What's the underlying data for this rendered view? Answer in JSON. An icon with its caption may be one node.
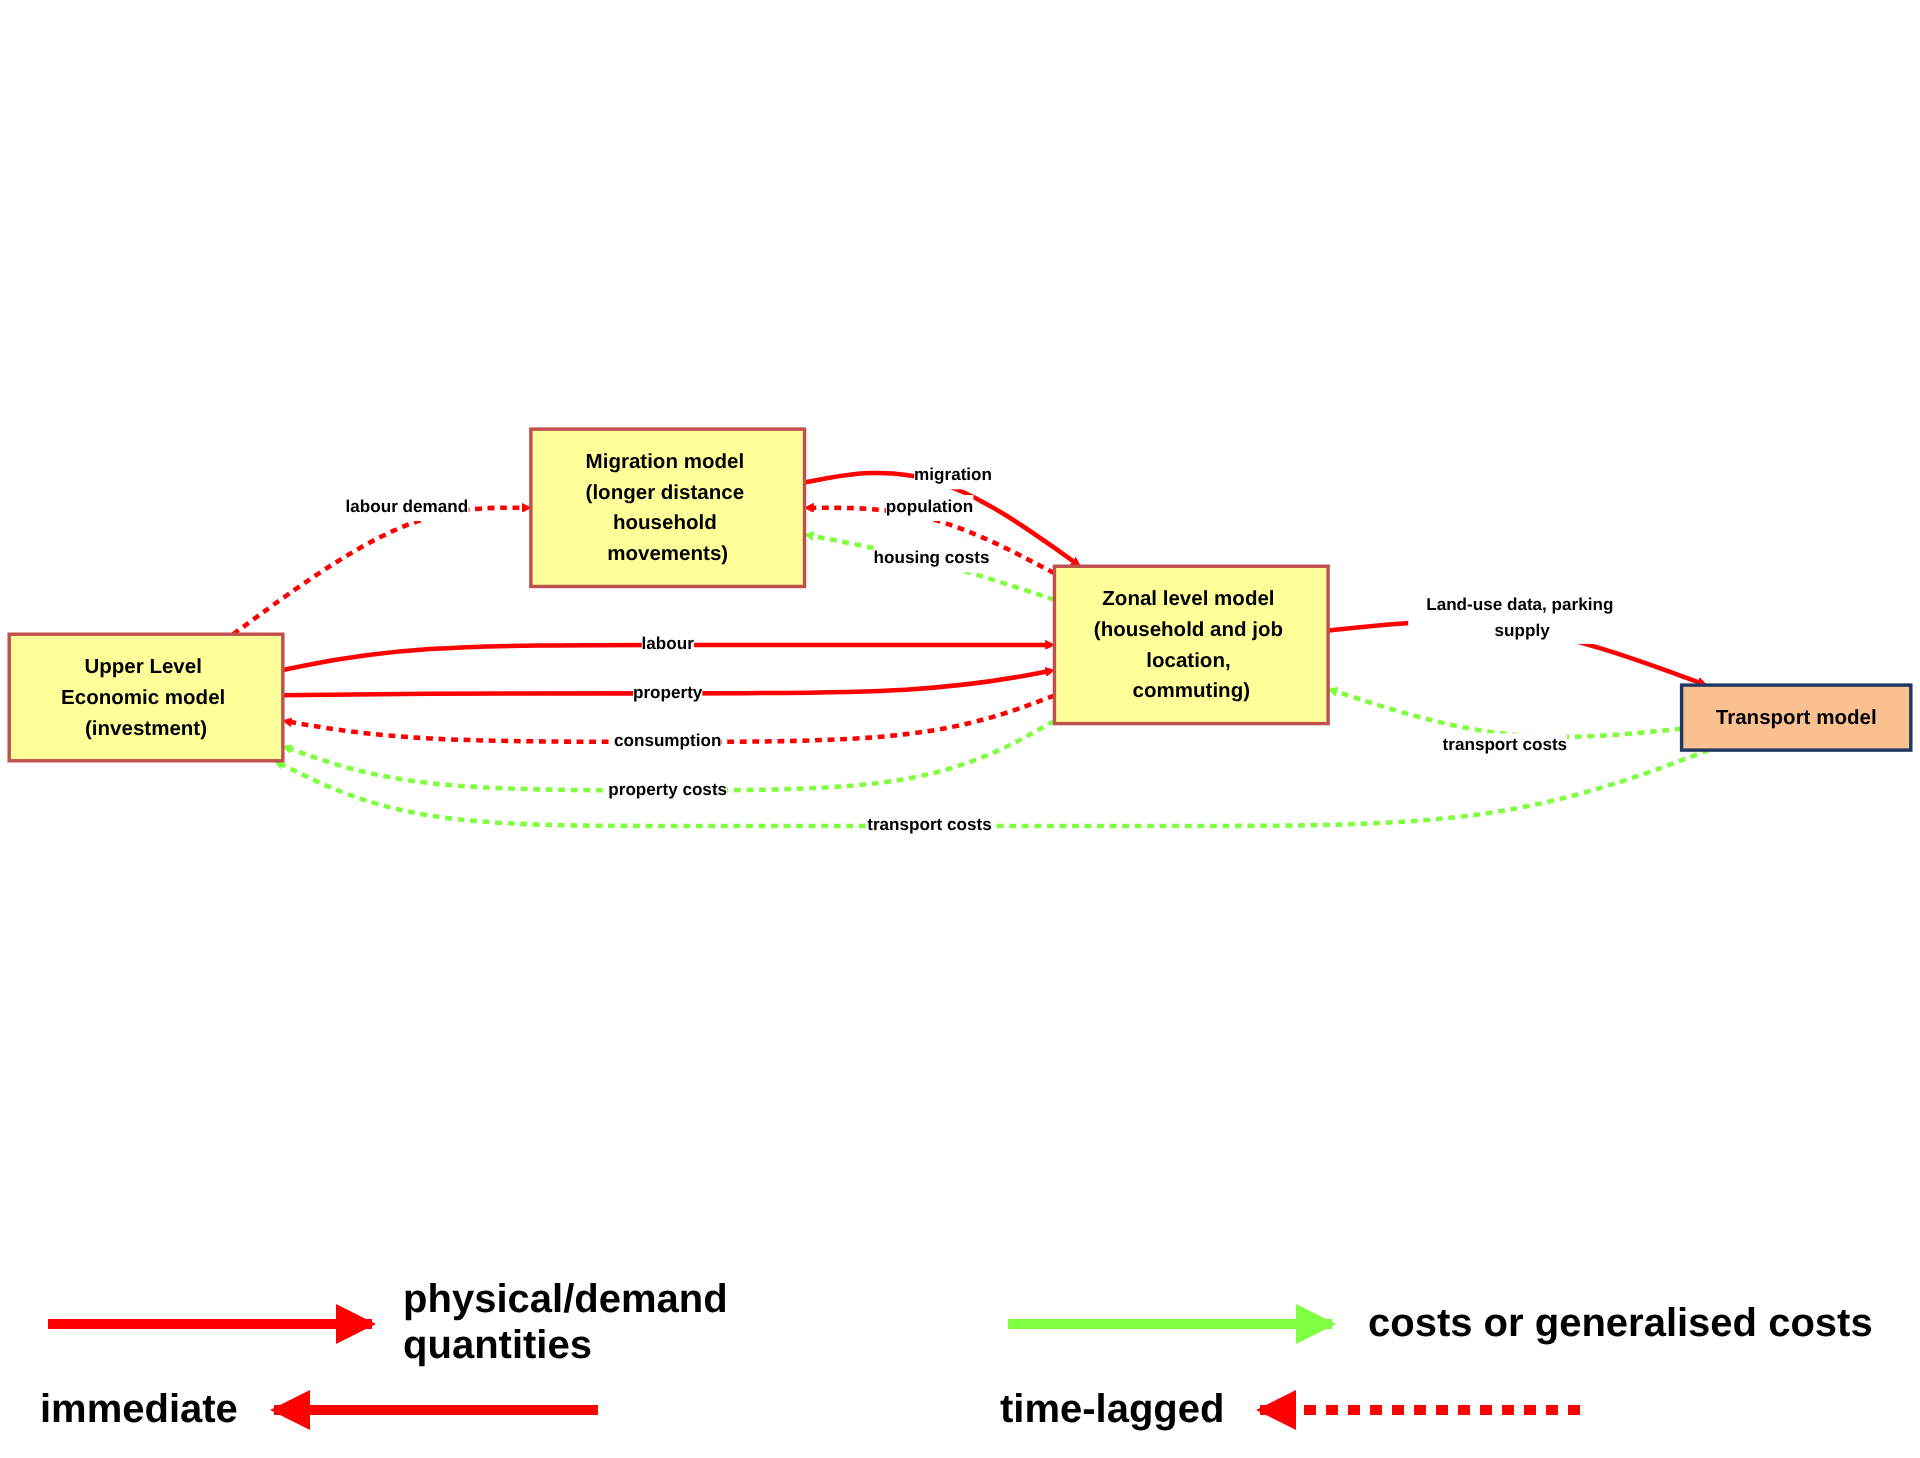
{
  "diagram": {
    "nodes": [
      {
        "text": [
          "Upper Level Economic model (investment)"
        ]
      },
      {
        "text": [
          "Zonal level model (household and job location, commuting)"
        ]
      },
      {
        "text": [
          "Migration model (longer distance household movements)"
        ]
      },
      {
        "text": [
          "Transport model"
        ]
      }
    ],
    "edges": [
      {
        "from": 0,
        "to": 2,
        "arrow": "to",
        "label": "labour demand",
        "style": "dashed"
      },
      {
        "from": 0,
        "to": 1,
        "arrow": "to",
        "label": "labour"
      },
      {
        "from": 0,
        "to": 1,
        "arrow": "to",
        "label": "property"
      },
      {
        "from": 1,
        "to": 0,
        "arrow": "to",
        "label": "consumption",
        "style": "dashed"
      },
      {
        "from": 1,
        "to": 0,
        "arrow": "to",
        "label": "property costs",
        "style": "dashed",
        "color": "#80ff40"
      },
      {
        "from": 1,
        "to": 2,
        "arrow": "to",
        "label": "population",
        "style": "dashed"
      },
      {
        "from": 1,
        "to": 2,
        "arrow": "to",
        "label": "housing costs",
        "style": "dashed",
        "color": "#80ff40"
      },
      {
        "from": 2,
        "to": 1,
        "arrow": "to",
        "label": "migration"
      },
      {
        "from": 3,
        "to": 0,
        "arrow": "to",
        "label": "transport costs",
        "style": "dashed",
        "color": "#80ff40"
      },
      {
        "from": 3,
        "to": 1,
        "arrow": "to",
        "label": "transport costs",
        "style": "dashed",
        "color": "#80ff40"
      },
      {
        "from": 1,
        "to": 3,
        "arrow": "to",
        "label": "Land-use data, parking supply"
      }
    ],
    "legend": [
      {
        "text": "physical/demand quantities"
      },
      {
        "text": "costs or generalised costs"
      },
      {
        "text": "immediate"
      },
      {
        "text": "time-lagged"
      }
    ]
  }
}
